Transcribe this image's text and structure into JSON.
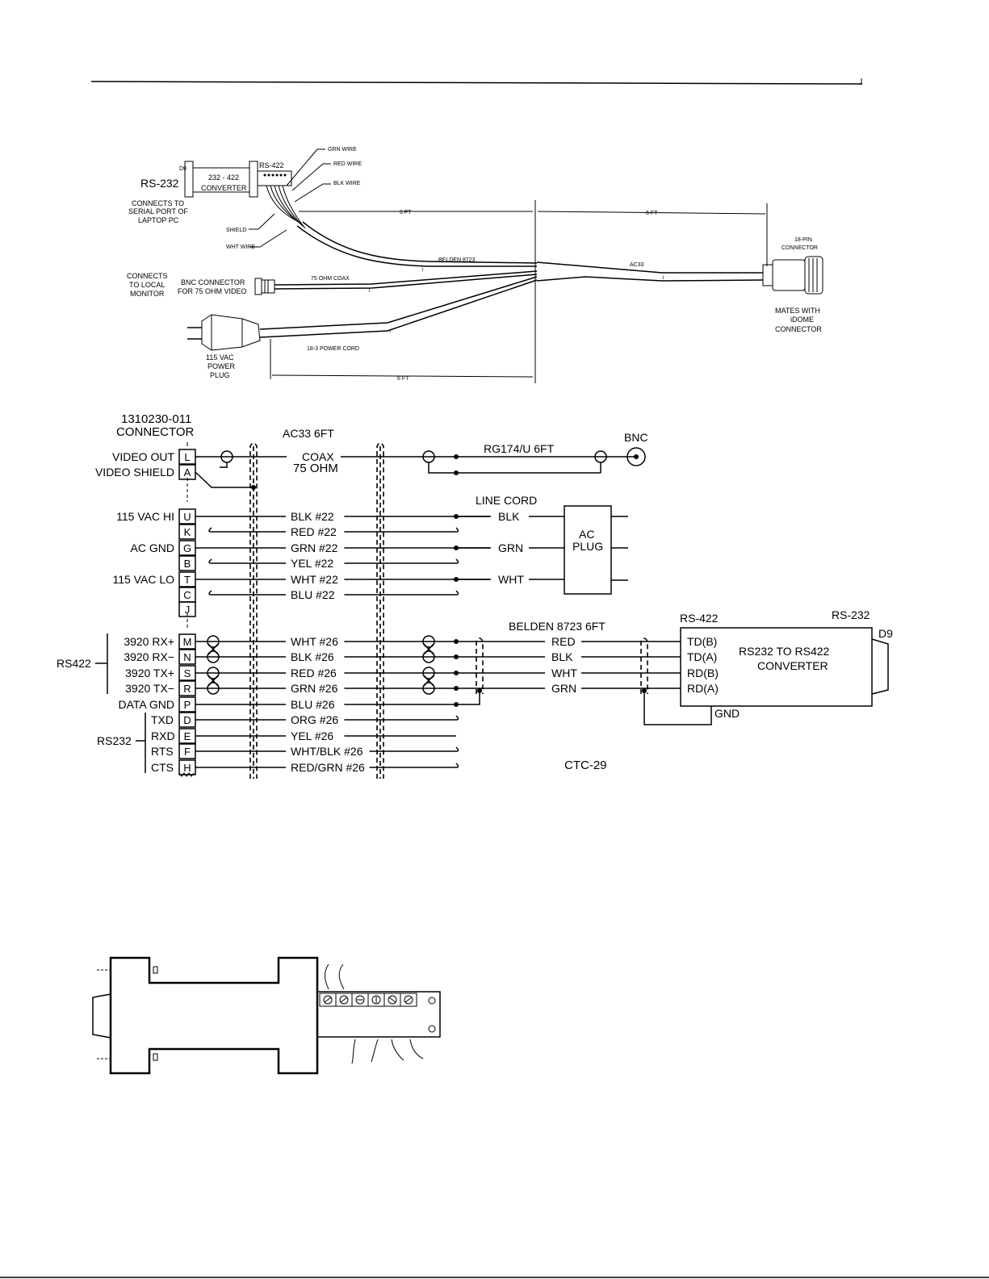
{
  "top_diagram": {
    "rs232": "RS-232",
    "d9": "D9",
    "converter_l1": "232 - 422",
    "converter_l2": "CONVERTER",
    "rs422": "RS-422",
    "grn_wire": "GRN WIRE",
    "red_wire": "RED WIRE",
    "blk_wire": "BLK WIRE",
    "shield": "SHIELD",
    "wht_wire": "WHT WIRE",
    "connects_serial": [
      "CONNECTS TO",
      "SERIAL PORT OF",
      "LAPTOP PC"
    ],
    "six_ft": "6 FT",
    "belden": "BELDEN 8723",
    "ac33": "AC33",
    "pin18": [
      "18-PIN",
      "CONNECTOR"
    ],
    "connects_monitor": [
      "CONNECTS",
      "TO LOCAL",
      "MONITOR"
    ],
    "bnc_connector": [
      "BNC CONNECTOR",
      "FOR 75 OHM VIDEO"
    ],
    "coax": "75 OHM COAX",
    "mates": [
      "MATES WITH",
      "iDOME",
      "CONNECTOR"
    ],
    "power_plug": [
      "115 VAC",
      "POWER",
      "PLUG"
    ],
    "power_cord": "18-3 POWER CORD"
  },
  "schematic": {
    "part_no": "1310230-011",
    "connector": "CONNECTOR",
    "cable_label": "AC33   6FT",
    "coax": "COAX",
    "ohm": "75 OHM",
    "rg174": "RG174/U  6FT",
    "bnc": "BNC",
    "line_cord": "LINE CORD",
    "ac_plug": [
      "AC",
      "PLUG"
    ],
    "belden": "BELDEN 8723   6FT",
    "rs422": "RS-422",
    "rs232": "RS-232",
    "d9": "D9",
    "converter": [
      "RS232 TO RS422",
      "CONVERTER"
    ],
    "gnd": "GND",
    "ctc": "CTC-29",
    "group_rs422": "RS422",
    "group_rs232": "RS232",
    "pins": [
      "L",
      "A",
      "U",
      "K",
      "G",
      "B",
      "T",
      "C",
      "J",
      "M",
      "N",
      "S",
      "R",
      "P",
      "D",
      "E",
      "F",
      "H"
    ],
    "signals": {
      "L": "VIDEO OUT",
      "A": "VIDEO SHIELD",
      "U": "115 VAC HI",
      "G": "AC GND",
      "T": "115 VAC LO",
      "M": "3920 RX+",
      "N": "3920 RX−",
      "S": "3920 TX+",
      "R": "3920 TX−",
      "P": "DATA GND",
      "D": "TXD",
      "E": "RXD",
      "F": "RTS",
      "H": "CTS"
    },
    "wires": {
      "U": "BLK  #22",
      "K": "RED  #22",
      "G": "GRN  #22",
      "B": "YEL  #22",
      "T": "WHT  #22",
      "C": "BLU  #22",
      "M": "WHT  #26",
      "N": "BLK  #26",
      "S": "RED  #26",
      "R": "GRN  #26",
      "P": "BLU  #26",
      "D": "ORG  #26",
      "E": "YEL  #26",
      "F": "WHT/BLK  #26",
      "H": "RED/GRN  #26"
    },
    "cord_colors": [
      "BLK",
      "GRN",
      "WHT"
    ],
    "belden_colors": [
      "RED",
      "BLK",
      "WHT",
      "GRN"
    ],
    "converter_pins": [
      "TD(B)",
      "TD(A)",
      "RD(B)",
      "RD(A)"
    ]
  }
}
